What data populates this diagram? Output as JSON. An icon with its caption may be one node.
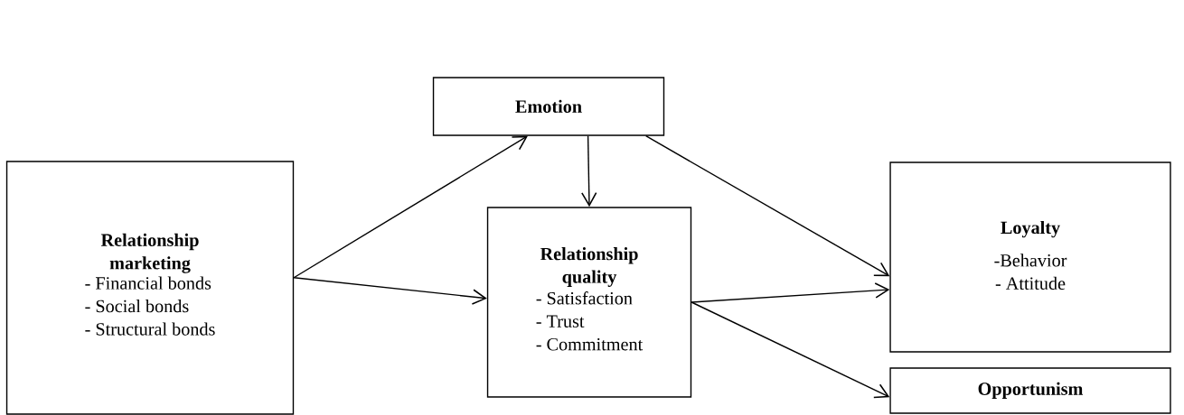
{
  "diagram": {
    "nodes": [
      {
        "text": [
          "Relationship marketing",
          "- Financial bonds",
          "- Social bonds",
          "- Structural bonds"
        ]
      },
      {
        "text": [
          "Emotion"
        ]
      },
      {
        "text": [
          "Relationship quality",
          "- Satisfaction",
          "- Trust",
          "- Commitment"
        ]
      },
      {
        "text": [
          "Loyalty",
          "-Behavior",
          "- Attitude"
        ]
      },
      {
        "text": [
          "Opportunism"
        ]
      }
    ],
    "edges": [
      {
        "from": 0,
        "to": 1,
        "arrow": "to"
      },
      {
        "from": 0,
        "to": 2,
        "arrow": "to"
      },
      {
        "from": 1,
        "to": 2,
        "arrow": "to"
      },
      {
        "from": 1,
        "to": 3,
        "arrow": "to"
      },
      {
        "from": 2,
        "to": 3,
        "arrow": "to"
      },
      {
        "from": 2,
        "to": 4,
        "arrow": "to"
      }
    ]
  }
}
